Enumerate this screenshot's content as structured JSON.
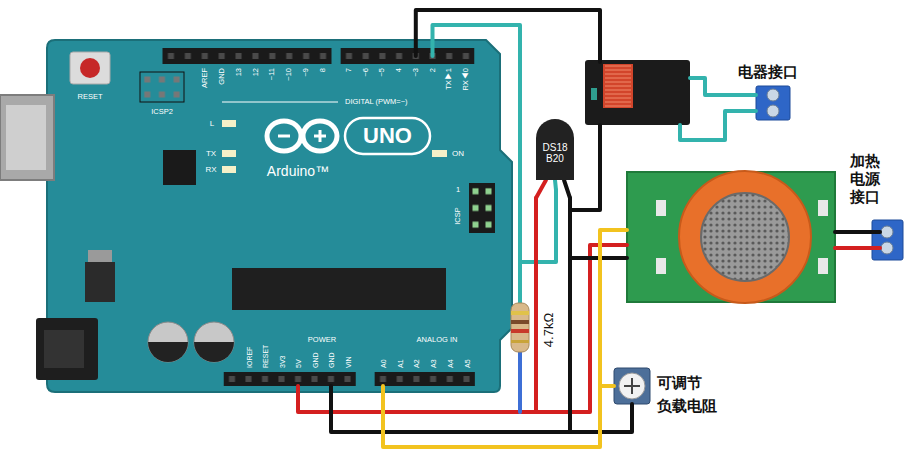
{
  "diagram": {
    "labels": [
      "RESET",
      "ICSP2",
      "AREF",
      "GND",
      "13",
      "12",
      "~11",
      "~10",
      "~9",
      "8",
      "7",
      "~6",
      "~5",
      "4",
      "~3",
      "2",
      "TX▶1",
      "RX◀0",
      "DIGITAL (PWM=~)",
      "L",
      "TX",
      "RX",
      "UNO",
      "Arduino™",
      "ON",
      "ICSP",
      "1",
      "IOREF",
      "RESET",
      "3V3",
      "5V",
      "GND",
      "GND",
      "VIN",
      "POWER",
      "ANALOG IN",
      "A0",
      "A1",
      "A2",
      "A3",
      "A4",
      "A5",
      "DS18 B20",
      "4.7kΩ",
      "电器接口",
      "加热 电源 接口",
      "可调节 负载电阻"
    ]
  }
}
